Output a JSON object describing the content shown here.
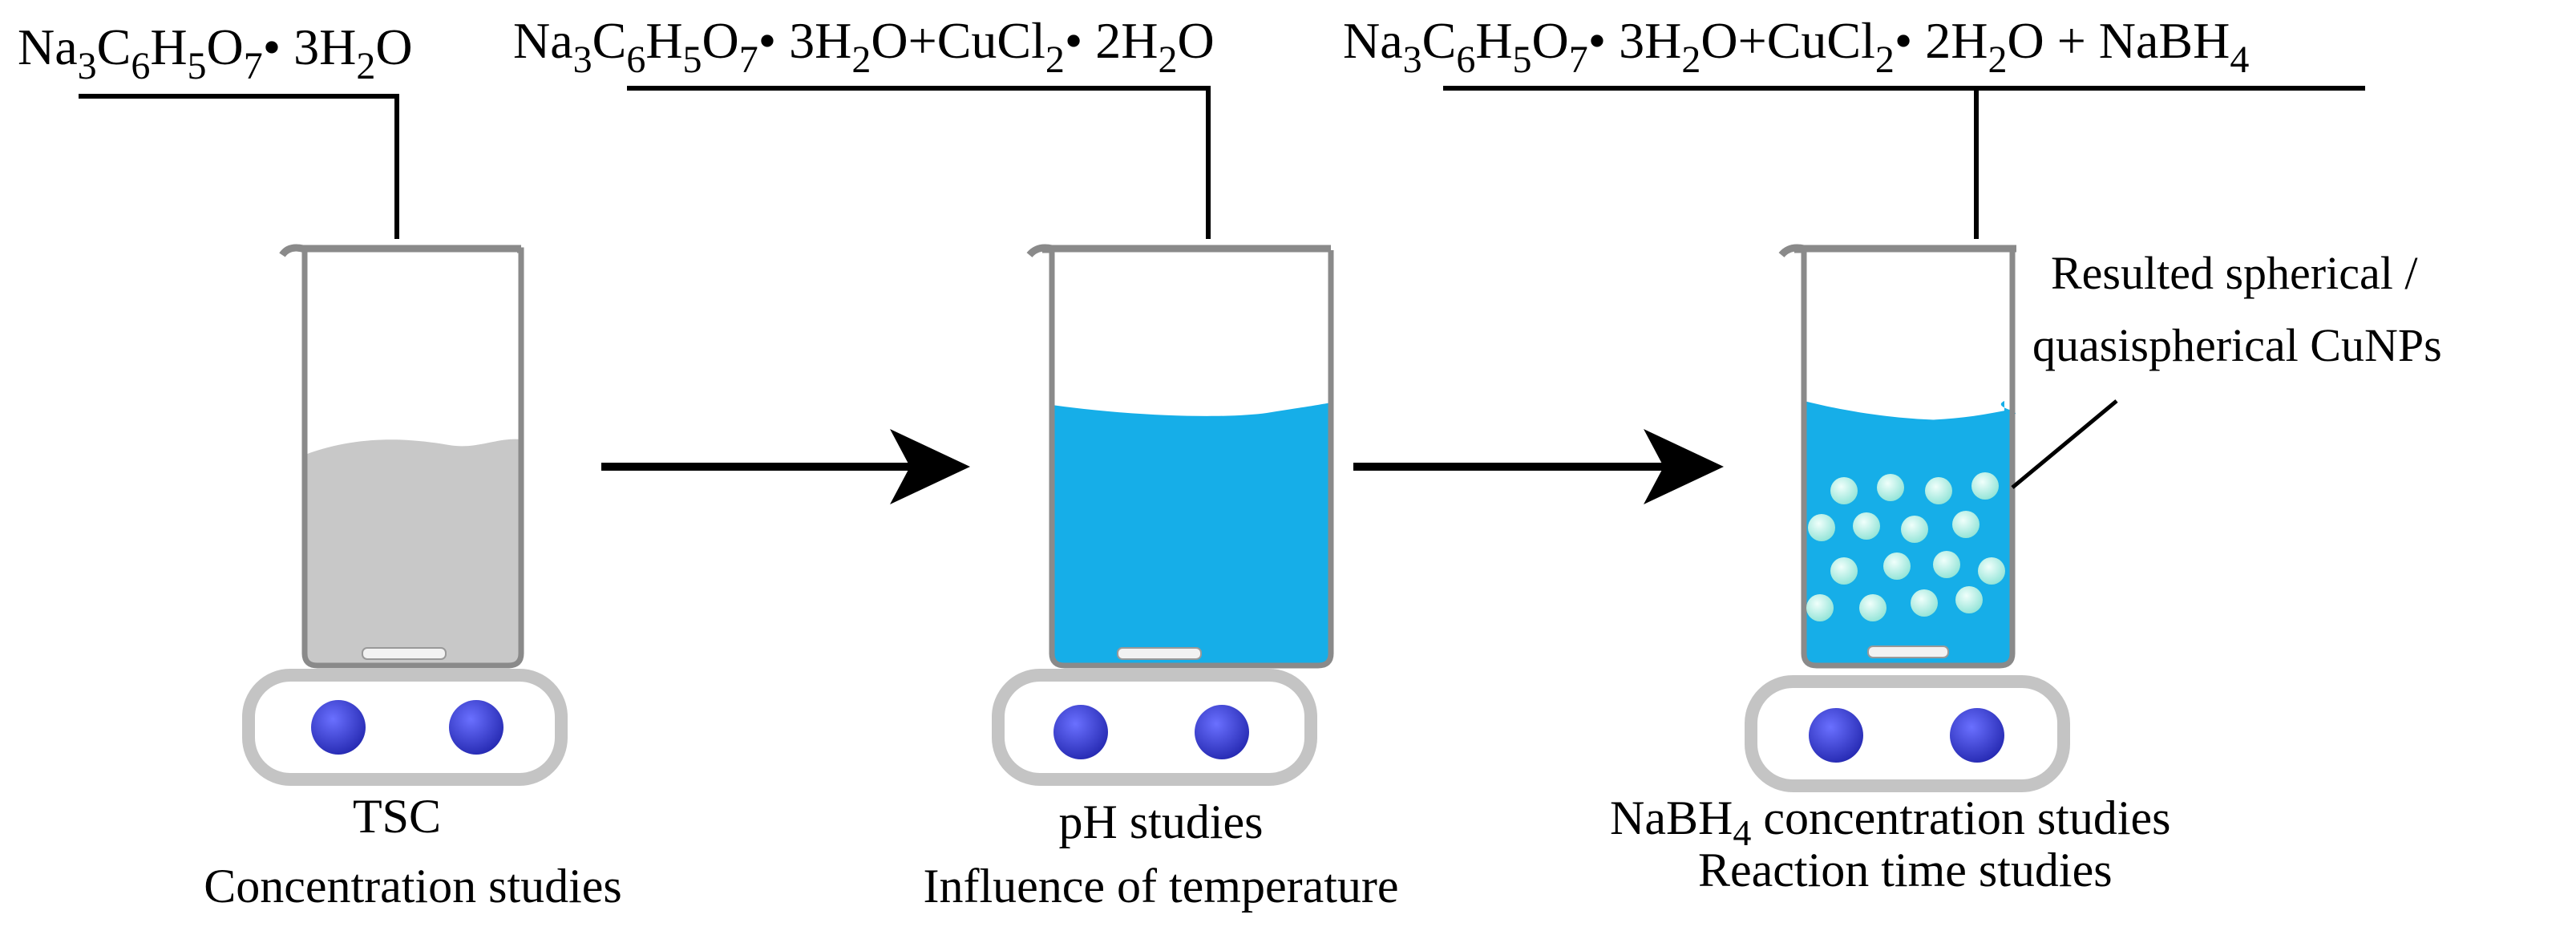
{
  "stages": [
    {
      "formula": [
        {
          "t": "Na"
        },
        {
          "t": "3",
          "s": "sub"
        },
        {
          "t": "C"
        },
        {
          "t": "6",
          "s": "sub"
        },
        {
          "t": "H"
        },
        {
          "t": "5",
          "s": "sub"
        },
        {
          "t": "O"
        },
        {
          "t": "7",
          "s": "sub"
        },
        {
          "t": "•"
        },
        {
          "t": " 3H"
        },
        {
          "t": "2",
          "s": "sub"
        },
        {
          "t": "O"
        }
      ],
      "liquid_color": "#c8c8c8",
      "captions": [
        "TSC",
        "Concentration studies"
      ]
    },
    {
      "formula": [
        {
          "t": "Na"
        },
        {
          "t": "3",
          "s": "sub"
        },
        {
          "t": "C"
        },
        {
          "t": "6",
          "s": "sub"
        },
        {
          "t": "H"
        },
        {
          "t": "5",
          "s": "sub"
        },
        {
          "t": "O"
        },
        {
          "t": "7",
          "s": "sub"
        },
        {
          "t": "•"
        },
        {
          "t": " 3H"
        },
        {
          "t": "2",
          "s": "sub"
        },
        {
          "t": "O+CuCl"
        },
        {
          "t": "2",
          "s": "sub"
        },
        {
          "t": "•"
        },
        {
          "t": " 2H"
        },
        {
          "t": "2",
          "s": "sub"
        },
        {
          "t": "O"
        }
      ],
      "liquid_color": "#16aee8",
      "captions": [
        "pH studies",
        "Influence of temperature"
      ]
    },
    {
      "formula": [
        {
          "t": "Na"
        },
        {
          "t": "3",
          "s": "sub"
        },
        {
          "t": "C"
        },
        {
          "t": "6",
          "s": "sub"
        },
        {
          "t": "H"
        },
        {
          "t": "5",
          "s": "sub"
        },
        {
          "t": "O"
        },
        {
          "t": "7",
          "s": "sub"
        },
        {
          "t": "•"
        },
        {
          "t": " 3H"
        },
        {
          "t": "2",
          "s": "sub"
        },
        {
          "t": "O+CuCl"
        },
        {
          "t": "2",
          "s": "sub"
        },
        {
          "t": "•"
        },
        {
          "t": " 2H"
        },
        {
          "t": "2",
          "s": "sub"
        },
        {
          "t": "O + NaBH"
        },
        {
          "t": "4",
          "s": "sub"
        }
      ],
      "liquid_color": "#16aee8",
      "captions": [
        "NaBH4 concentration studies",
        "Reaction time studies"
      ],
      "annotation": [
        "Resulted spherical /",
        "quasispherical CuNPs"
      ]
    }
  ],
  "colors": {
    "beaker_outline": "#7a7a7a",
    "stirrer_plate": "#c4c4c4",
    "knob": "#3b3fd6",
    "nanoparticle": "#bff5ec",
    "arrow": "#000000"
  },
  "icons": [
    "beaker-icon",
    "magnetic-stirrer-icon",
    "arrow-right-icon"
  ]
}
